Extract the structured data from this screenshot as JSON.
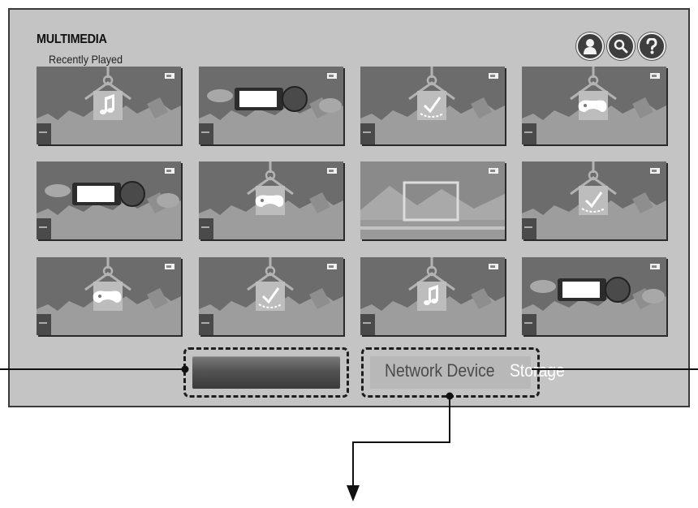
{
  "header": {
    "title": "MULTIMEDIA",
    "subtitle": "Recently Played"
  },
  "top_icons": [
    {
      "name": "user-icon"
    },
    {
      "name": "search-icon"
    },
    {
      "name": "help-icon"
    }
  ],
  "grid": {
    "rows": [
      [
        "music",
        "video",
        "photo",
        "game"
      ],
      [
        "video",
        "game",
        "landscape",
        "photo"
      ],
      [
        "game",
        "photo",
        "music",
        "video"
      ]
    ]
  },
  "buttons": {
    "left_label": "",
    "right_label": "Network Device",
    "right_label_overflow": "Storage"
  },
  "colors": {
    "screen_bg": "#c4c4c4",
    "thumb_bg": "#6c6c6c",
    "hill": "#9d9d9d",
    "border": "#1e1e1e"
  }
}
